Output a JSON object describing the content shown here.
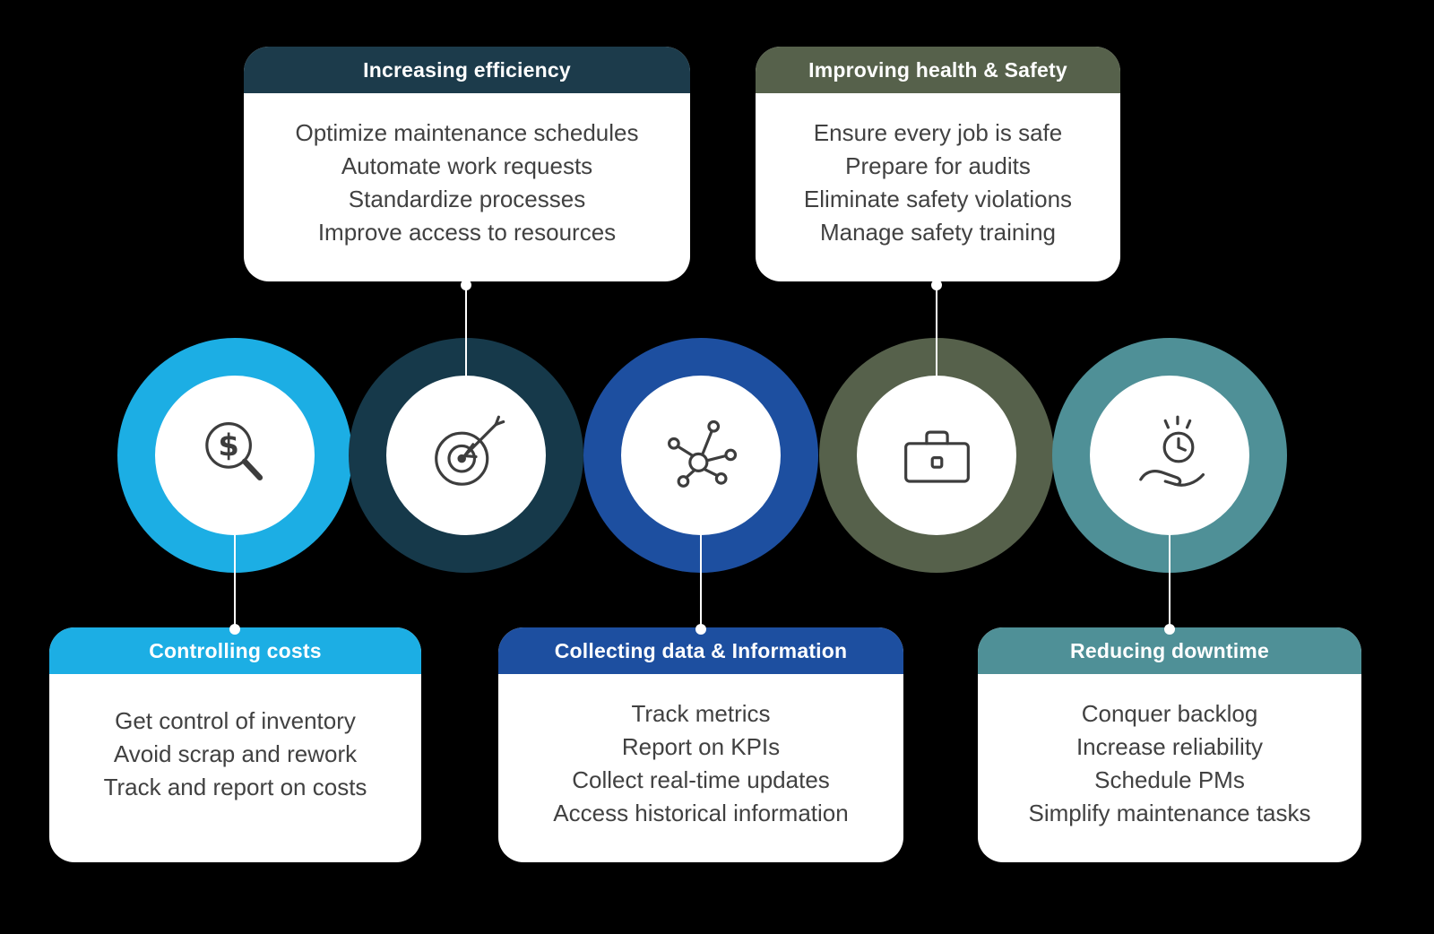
{
  "colors": {
    "background": "#000000",
    "cyan": "#1caee4",
    "navy": "#1c3b4b",
    "navy_circle": "#16394a",
    "blue": "#1d4fa0",
    "olive": "#56614b",
    "teal": "#4f9097",
    "icon_stroke": "#3d3d3d",
    "card_text": "#414141",
    "connector": "#ffffff"
  },
  "cards": [
    {
      "id": "increasing-efficiency",
      "title": "Increasing efficiency",
      "color": "#1c3b4b",
      "lines": [
        "Optimize maintenance schedules",
        "Automate work requests",
        "Standardize processes",
        "Improve access to resources"
      ]
    },
    {
      "id": "improving-health-safety",
      "title": "Improving health & Safety",
      "color": "#56614b",
      "lines": [
        "Ensure every job is safe",
        "Prepare for audits",
        "Eliminate safety violations",
        "Manage safety training"
      ]
    },
    {
      "id": "controlling-costs",
      "title": "Controlling costs",
      "color": "#1caee4",
      "lines": [
        "Get control of inventory",
        "Avoid scrap and rework",
        "Track and report on costs"
      ]
    },
    {
      "id": "collecting-data-information",
      "title": "Collecting data & Information",
      "color": "#1d4fa0",
      "lines": [
        "Track metrics",
        "Report on KPIs",
        "Collect real-time updates",
        "Access historical information"
      ]
    },
    {
      "id": "reducing-downtime",
      "title": "Reducing downtime",
      "color": "#4f9097",
      "lines": [
        "Conquer backlog",
        "Increase reliability",
        "Schedule PMs",
        "Simplify maintenance tasks"
      ]
    }
  ],
  "circles": [
    {
      "icon": "search-dollar-icon",
      "color": "#1caee4"
    },
    {
      "icon": "target-icon",
      "color": "#16394a"
    },
    {
      "icon": "network-icon",
      "color": "#1d4fa0"
    },
    {
      "icon": "briefcase-icon",
      "color": "#56614b"
    },
    {
      "icon": "hand-clock-icon",
      "color": "#4f9097"
    }
  ]
}
